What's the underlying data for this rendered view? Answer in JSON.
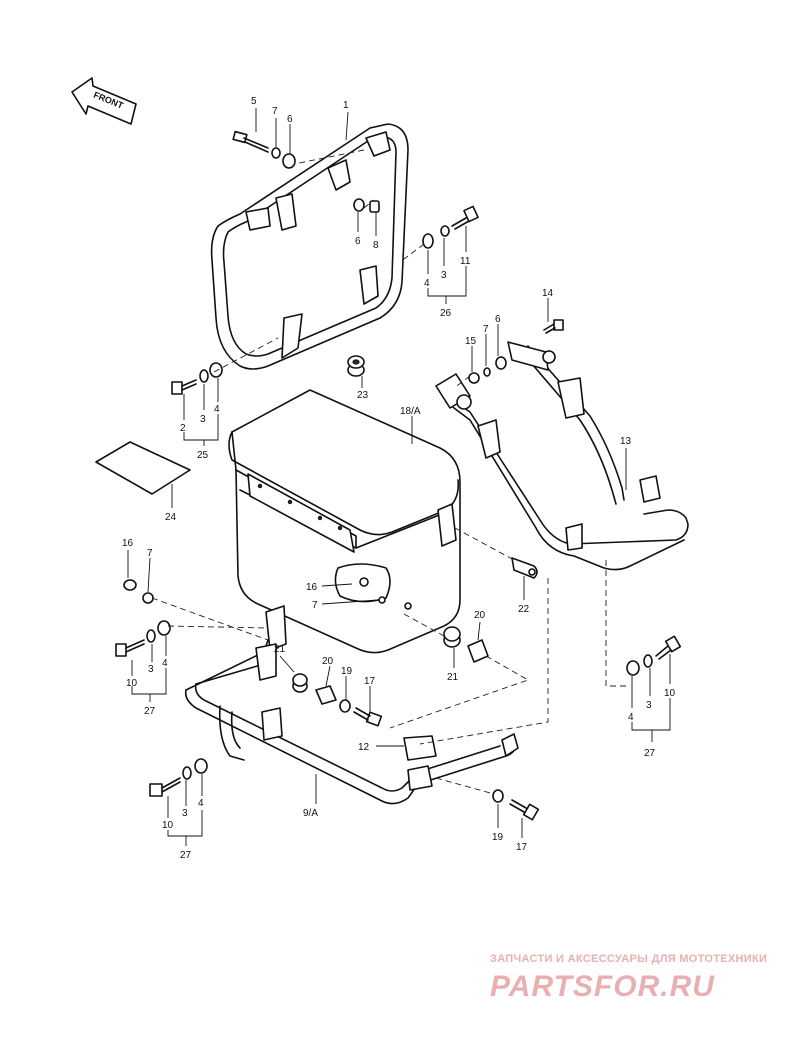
{
  "front_arrow": {
    "label": "FRONT",
    "icon": "front-direction-arrow-icon"
  },
  "callouts": {
    "c1": "1",
    "c5": "5",
    "c7a": "7",
    "c6a": "6",
    "c6b": "6",
    "c8": "8",
    "c4a": "4",
    "c3a": "3",
    "c11": "11",
    "c26": "26",
    "c2": "2",
    "c3b": "3",
    "c4b": "4",
    "c25": "25",
    "c23": "23",
    "c24": "24",
    "c18a": "18/A",
    "c14": "14",
    "c15": "15",
    "c7b": "7",
    "c6c": "6",
    "c13": "13",
    "c16a": "16",
    "c7c": "7",
    "c16b": "16",
    "c7d": "7",
    "c10a": "10",
    "c3c": "3",
    "c4c": "4",
    "c27a": "27",
    "c21a": "21",
    "c20a": "20",
    "c19a": "19",
    "c17a": "17",
    "c20b": "20",
    "c21b": "21",
    "c22": "22",
    "c12": "12",
    "c9a": "9/A",
    "c10b": "10",
    "c3d": "3",
    "c4d": "4",
    "c27b": "27",
    "c19b": "19",
    "c17b": "17",
    "c4e": "4",
    "c3e": "3",
    "c10c": "10",
    "c27c": "27"
  },
  "watermark": {
    "tagline": "ЗАПЧАСТИ И АКСЕССУАРЫ ДЛЯ МОТОТЕХНИКИ",
    "logo": "PARTSFOR.RU",
    "color": "#e8b0b0"
  }
}
